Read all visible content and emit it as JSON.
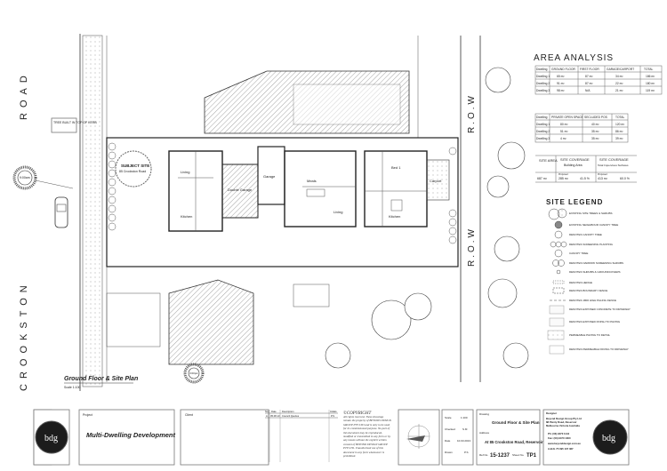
{
  "plan": {
    "road_name_top": "ROAD",
    "road_name_bottom": "CROOKSTON",
    "row_label": "R.O.W",
    "subject_site": "SUBJECT SITE",
    "subject_site_address": "85 Crookston Road",
    "sun_label_1": "9:00am",
    "sun_label_2": "3:00pm",
    "street_note": "TREE BUILT IN TOP OF KERB",
    "rooms": [
      "Living",
      "Kitchen",
      "Double Garage",
      "Garage",
      "Meals",
      "Living",
      "Kitchen",
      "Bed 1",
      "Carport"
    ],
    "title": "Ground Floor & Site Plan",
    "scale": "Scale 1:100"
  },
  "area_analysis": {
    "title": "AREA ANALYSIS",
    "floor_table": {
      "headers": [
        "Dwelling",
        "GROUND FLOOR",
        "FIRST FLOOR",
        "GARAGE/CARPORT",
        "TOTAL"
      ],
      "rows": [
        [
          "Dwelling 1",
          "65 m²",
          "87 m²",
          "34 m²",
          "186 m²"
        ],
        [
          "Dwelling 2",
          "91 m²",
          "87 m²",
          "22 m²",
          "180 m²"
        ],
        [
          "Dwelling 3",
          "98 m²",
          "N/A",
          "21 m²",
          "119 m²"
        ]
      ]
    },
    "pos_table": {
      "headers": [
        "Dwelling",
        "PRIVATE OPEN SPACE",
        "SECLUDED POS",
        "TOTAL"
      ],
      "rows": [
        [
          "Dwelling 1",
          "80 m²",
          "40 m²",
          "120 m²"
        ],
        [
          "Dwelling 2",
          "51 m²",
          "35 m²",
          "86 m²"
        ],
        [
          "Dwelling 3",
          "4 m²",
          "35 m²",
          "39 m²"
        ]
      ]
    },
    "site_table": {
      "site_area_label": "SITE AREA",
      "site_area": "687 m²",
      "coverage_label": "SITE COVERAGE",
      "coverage_sub": "Building Area",
      "coverage_proposed_label": "Proposed",
      "coverage_value": "285 m²",
      "coverage_pct": "41.5 %",
      "imperv_label": "SITE COVERAGE",
      "imperv_sub": "Total Impervious Surfaces",
      "imperv_proposed_label": "Proposed",
      "imperv_value": "413 m²",
      "imperv_pct": "60.0 %"
    }
  },
  "legend": {
    "title": "SITE LEGEND",
    "items": [
      "EXISTING SITE TREES & SHRUBS",
      "EXISTING NEIGHBOUR CANOPY TREE",
      "DENOTES CANOPY TREE",
      "DENOTES SCREENING PLANTING",
      "CANOPY TREE",
      "DENOTES NARROW SCREENING SHRUBS",
      "DENOTES SHRUBS & GROUNDCOVERS",
      "DENOTES HEDGE",
      "DENOTES BOUNDARY FENCE",
      "DENOTES 1800 HIGH PALING FENCE",
      "DENOTES EXPOSED CONCRETE TO DRIVEWAY",
      "DENOTES EXPOSED FINISH TO PAVING",
      "PERMEABLE PAVING TO DETAIL",
      "DENOTES PERMEABLE PAVING TO DRIVEWAY"
    ]
  },
  "title_block": {
    "project_label": "Project",
    "project": "Multi-Dwelling Development",
    "client_label": "Client",
    "rev_headers": [
      "No.",
      "Date",
      "Description",
      "Initials"
    ],
    "rev_rows": [
      [
        "A",
        "05.08.13",
        "Council Queries",
        "P.S"
      ]
    ],
    "copyright_title": "©COPYRIGHT",
    "copyright_text": "All rights reserved. These drawings remain the property of BEYOND DESIGN GROUP PTY LTD and is only to be used for its commissioned purpose. No part of this document may be reproduced, modified or transmitted in any form or by any means without the explicit written consent of BEYOND DESIGN GROUP PTY LTD. Unauthorised use of this document in any form whatsoever is prohibited.",
    "scale_label": "Scale",
    "scale": "1:100",
    "checked_label": "Checked",
    "checked": "S.M",
    "date_label": "Date",
    "date": "10.03.2013",
    "drawn_label": "Drawn",
    "drawn": "P.S",
    "drawing_label": "Drawing",
    "drawing": "Ground Floor & Site Plan",
    "address_label": "Address",
    "address": "At 85 Crookston Road, Reservoir",
    "ref_label": "Ref No.",
    "ref": "15-1237",
    "sheet_label": "Sheet No.",
    "sheet": "TP1",
    "designer_label": "Designer",
    "designer_lines": [
      "Beyond Design Group Pty Ltd",
      "88 Plenty Road, Reservoir",
      "Melbourne Victoria Australia"
    ],
    "phone": "Ph: (03) 9470 1144",
    "fax": "Fax: (03) 9470 1300",
    "web": "www.beyonddesign.com.au",
    "abn": "A.B.N. 75 095 137 367",
    "logo_text": "bdg"
  }
}
